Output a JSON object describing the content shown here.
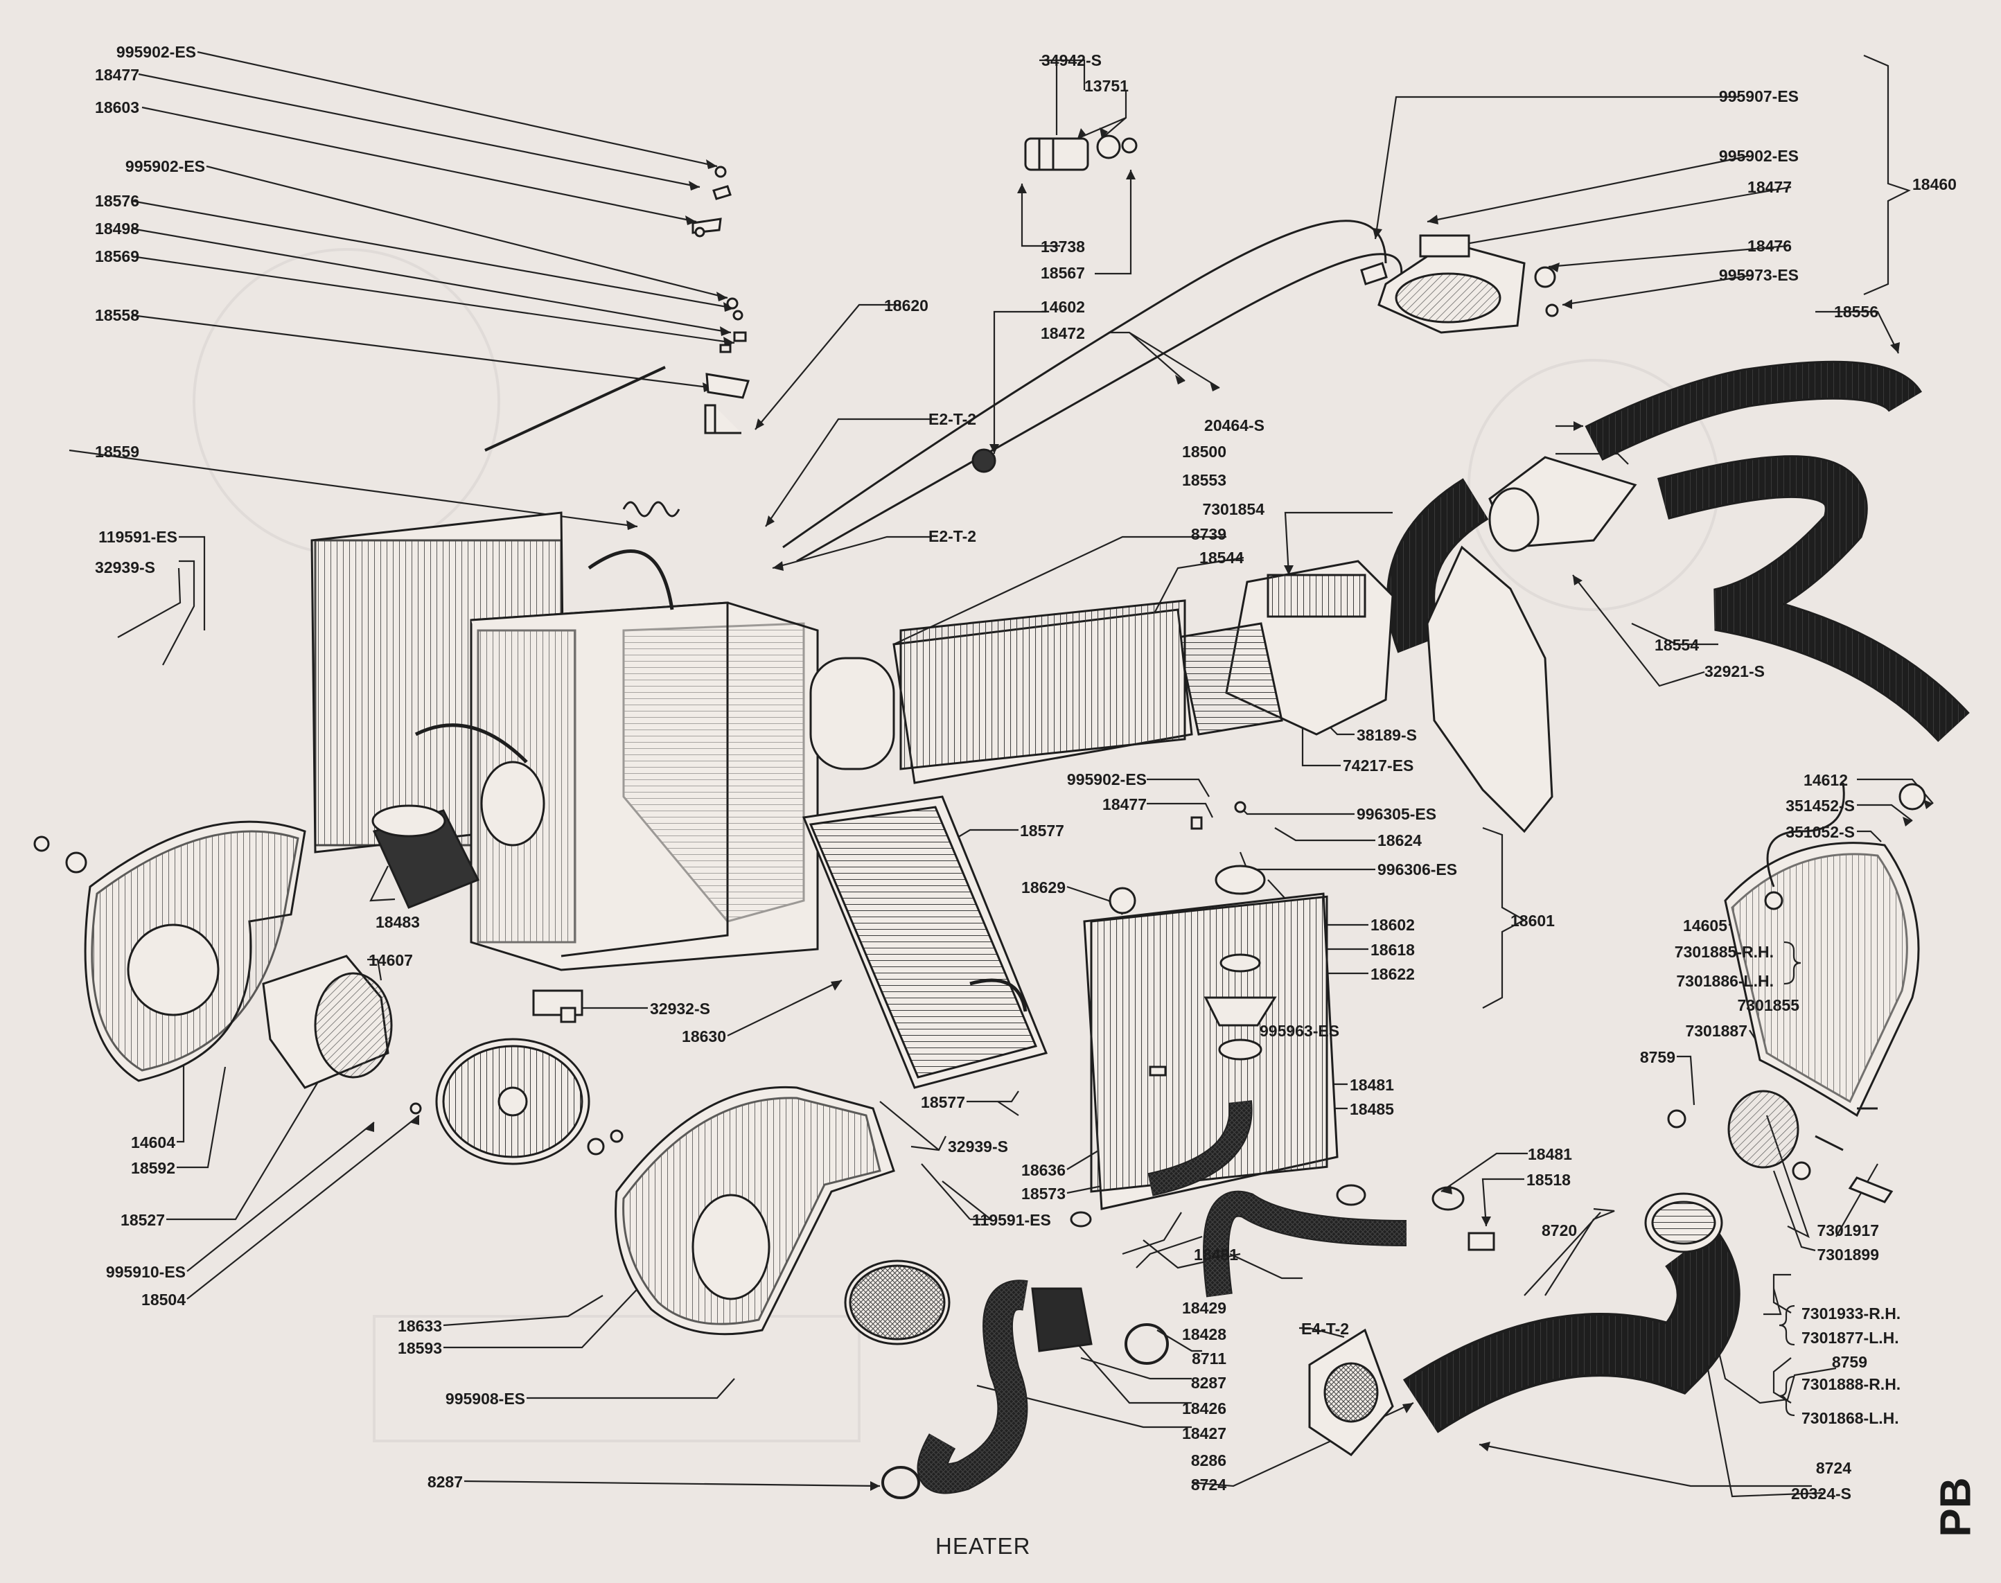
{
  "title": "HEATER",
  "page_id": "PB",
  "labels": {
    "l995902_a": "995902-ES",
    "l18477_a": "18477",
    "l18603": "18603",
    "l995902_b": "995902-ES",
    "l18576": "18576",
    "l18498": "18498",
    "l18569": "18569",
    "l18558": "18558",
    "l18620": "18620",
    "l34942": "34942-S",
    "l13751": "13751",
    "l13738": "13738",
    "l18567": "18567",
    "l14602": "14602",
    "l18472": "18472",
    "lE2T2_a": "E2-T-2",
    "lE2T2_b": "E2-T-2",
    "l18559": "18559",
    "l119591_a": "119591-ES",
    "l32939_a": "32939-S",
    "l995907": "995907-ES",
    "l995902_c": "995902-ES",
    "l18477_b": "18477",
    "l18476": "18476",
    "l995973": "995973-ES",
    "l18460": "18460",
    "l18556": "18556",
    "l20464": "20464-S",
    "l18500": "18500",
    "l18553": "18553",
    "l7301854": "7301854",
    "l8739": "8739",
    "l18544": "18544",
    "l18554": "18554",
    "l32921": "32921-S",
    "l38189": "38189-S",
    "l74217": "74217-ES",
    "l995902_d": "995902-ES",
    "l18477_c": "18477",
    "l996305": "996305-ES",
    "l18624": "18624",
    "l996306": "996306-ES",
    "l18601": "18601",
    "l18577_a": "18577",
    "l18629": "18629",
    "l18602": "18602",
    "l18618": "18618",
    "l18622": "18622",
    "l14612": "14612",
    "l351452": "351452-S",
    "l351052": "351052-S",
    "l14605": "14605",
    "l7301885": "7301885-R.H.",
    "l7301886": "7301886-L.H.",
    "l7301855": "7301855",
    "l7301887": "7301887",
    "l8759_a": "8759",
    "l18483": "18483",
    "l14607": "14607",
    "l32932": "32932-S",
    "l18630": "18630",
    "l995963": "995963-ES",
    "l18481_a": "18481",
    "l18485": "18485",
    "l18577_b": "18577",
    "l32939_b": "32939-S",
    "l18636": "18636",
    "l18573": "18573",
    "l119591_b": "119591-ES",
    "l14604": "14604",
    "l18592": "18592",
    "l18527": "18527",
    "l995910": "995910-ES",
    "l18504": "18504",
    "l18481_b": "18481",
    "l18518": "18518",
    "l8720": "8720",
    "l18481_c": "18481",
    "l18429": "18429",
    "l18428": "18428",
    "lE4T2": "E4-T-2",
    "l18633": "18633",
    "l18593": "18593",
    "l8711": "8711",
    "l8287_a": "8287",
    "l995908": "995908-ES",
    "l18426": "18426",
    "l18427": "18427",
    "l8286": "8286",
    "l8724_a": "8724",
    "l8287_b": "8287",
    "l8724_b": "8724",
    "l20324": "20324-S",
    "l7301917": "7301917",
    "l7301899": "7301899",
    "l7301933": "7301933-R.H.",
    "l7301877": "7301877-L.H.",
    "l8759_b": "8759",
    "l7301888": "7301888-R.H.",
    "l7301868": "7301868-L.H."
  }
}
